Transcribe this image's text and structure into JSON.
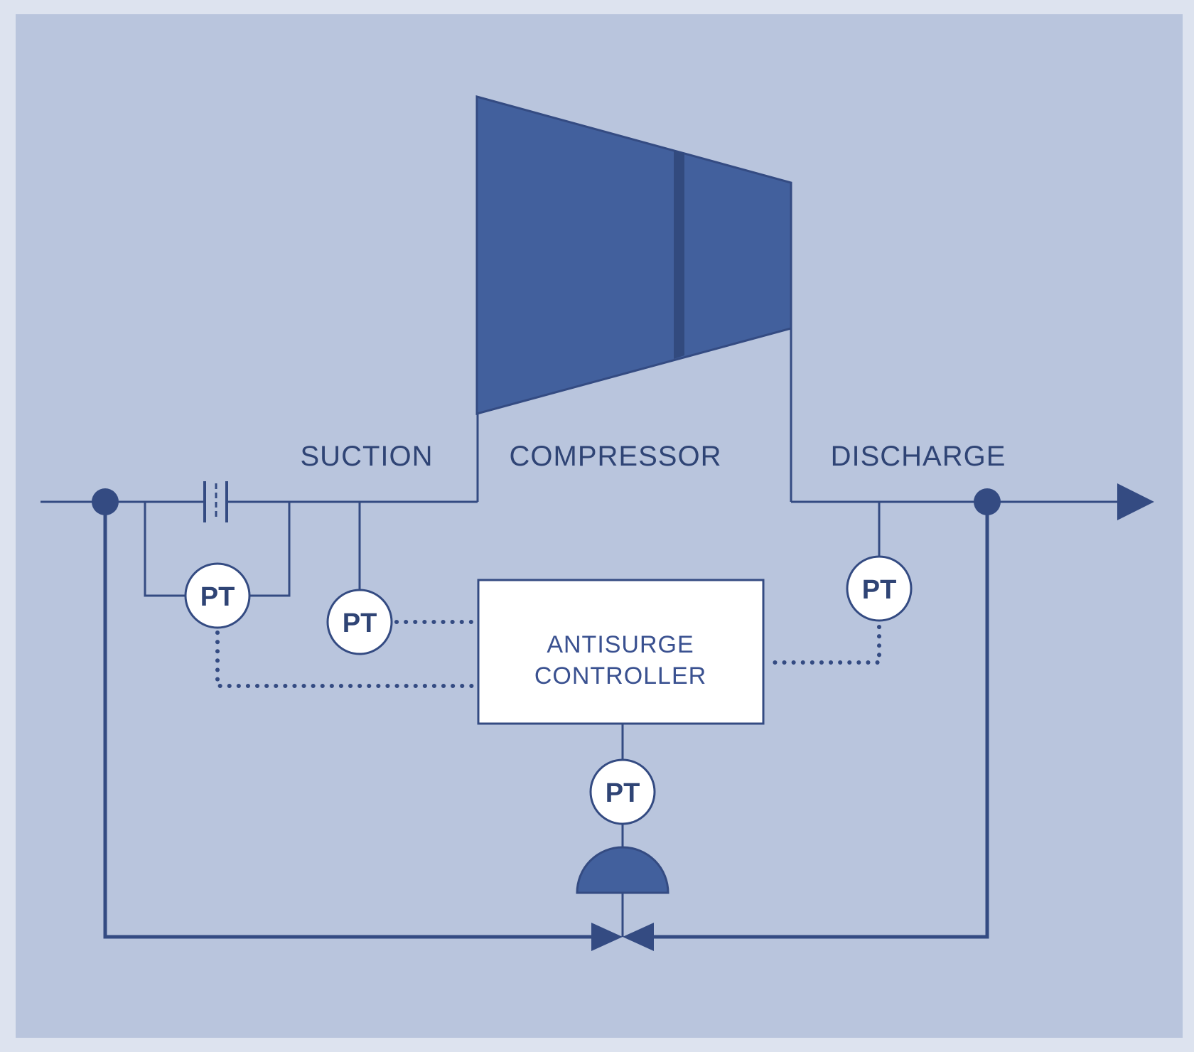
{
  "labels": {
    "suction": "SUCTION",
    "compressor": "COMPRESSOR",
    "discharge": "DISCHARGE"
  },
  "controller": {
    "line1": "ANTISURGE",
    "line2": "CONTROLLER"
  },
  "transmitters": [
    {
      "id": "orifice-dp",
      "label": "PT"
    },
    {
      "id": "suction",
      "label": "PT"
    },
    {
      "id": "discharge",
      "label": "PT"
    },
    {
      "id": "valve",
      "label": "PT"
    }
  ],
  "colors": {
    "background_outer": "#dde3ef",
    "background_inner": "#b9c5dd",
    "line": "#344b82",
    "compressor_fill": "#42609d",
    "compressor_divider": "#324a7e",
    "box_fill": "#ffffff"
  }
}
